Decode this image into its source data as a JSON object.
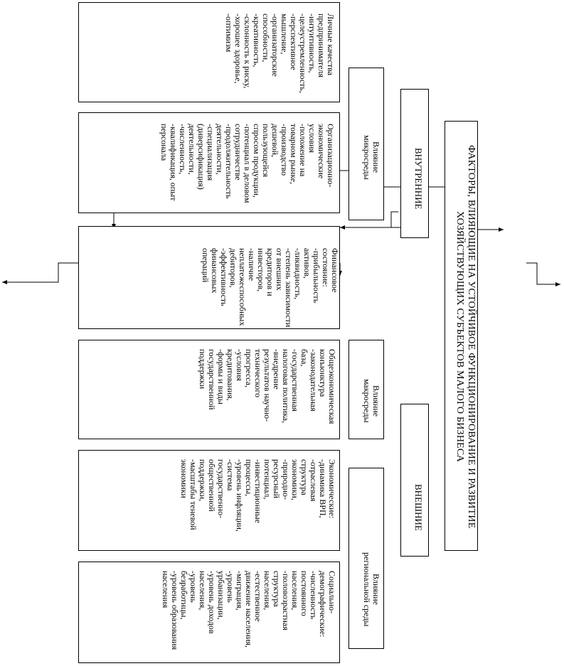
{
  "title": "ФАКТОРЫ, ВЛИЯЮЩИЕ НА УСТОЙЧИВОЕ ФУНКЦИОНИРОВАНИЕ И РАЗВИТИЕ ХОЗЯЙСТВУЮЩИХ СУБЪЕКТОВ МАЛОГО БИЗНЕСА",
  "internal": "ВНУТРЕННИЕ",
  "external": "ВНЕШНИЕ",
  "micro_influence_top": "Влияние\nмикросреды",
  "micro_influence_bottom": "Влияние\nмакросреды",
  "regional_influence": "Влияние\nрегиональной среды",
  "boxes": {
    "personal": "Личные качества\nпредпринимателя\n-интуитивность,\n-целеустремленность,\n-перспективное\nмышление,\n-организаторские\nспособности,\n-креативность,\n-склонность к риску,\n-хорошее здоровье,\n-оптимизм",
    "organizational": "Организационно-\nэкономические\nусловия\n-положение на\nтоварном рынке,\n-производство\nдешевой,\nпользующейся\nспросом продукции,\n-потенциал в деловом\nсотрудничестве\n-продолжительность\nдеятельности,\n-специализация\n(диверсификация)\nдеятельности,\n-численность,\n-квалификация, опыт\nперсонала",
    "financial": "Финансовое\nсостояние:\n-прибыльность\nактивов,\n-ликвидность,\n-степень зависимости\nот внешних\nкредиторов и\nинвесторов,\n-наличие\nнеплатежеспособных\nдебиторов,\n-эффективность\nфинансовых\nопераций",
    "general_economic": "Общеэкономическая\nконъюнктура\n-законодательная\nбаза,\n-государственная\nналоговая политика,\n-внедрение\nрезультатов научно-\nтехнического\nпрогресса,\n-условия\nкредитования,\n-формы и виды\nгосударственной\nподдержки",
    "economic": "Экономические:\n-динамика ВРП,\n-отраслевая\nструктура\nэкономики,\n-природно-\nресурсный\nпотенциал,\n-инвестиционные\nпроцессы,\n-уровень инфляции,\n-система\nгосударственно-\nобщественной\nподдержки,\n-масштабы теневой\nэкономики",
    "social": "Социально-\nдемографические:\n-численность\nпостоянного\nнаселения,\n-половозрастная\nструктура\nнаселения,\n-естественное\nдвижение населения,\n-миграция,\n-уровень\nурбанизации,\n-уровень доходов\nнаселения,\n-уровень\nбезработицы,\n-уровень образования\nнаселения"
  }
}
